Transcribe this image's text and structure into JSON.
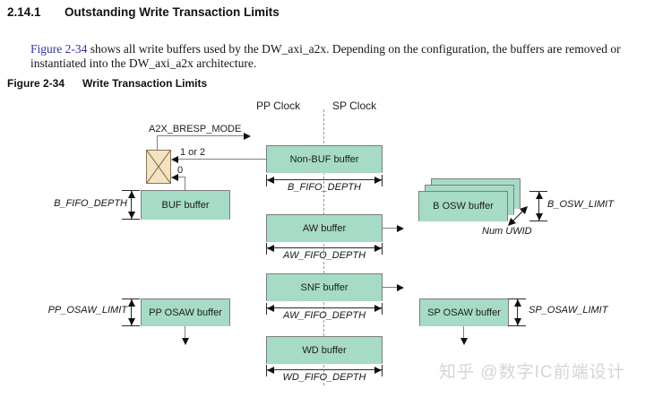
{
  "header": {
    "section_number": "2.14.1",
    "section_title": "Outstanding Write Transaction Limits"
  },
  "paragraph": {
    "link_text": "Figure 2-34",
    "text_after_link": " shows all write buffers used by the DW_axi_a2x. Depending on the configuration, the buffers are removed or instantiated into the DW_axi_a2x architecture.",
    "link_color": "#3434aa"
  },
  "figure": {
    "caption_label": "Figure 2-34",
    "caption_title": "Write Transaction Limits"
  },
  "diagram": {
    "clock_labels": {
      "pp": "PP Clock",
      "sp": "SP Clock"
    },
    "mux": {
      "select_signal": "A2X_BRESP_MODE",
      "input_top_label": "1 or 2",
      "input_bottom_label": "0"
    },
    "boxes": {
      "non_buf": {
        "label": "Non-BUF buffer"
      },
      "buf": {
        "label": "BUF buffer"
      },
      "b_osw": {
        "label": "B OSW buffer"
      },
      "aw": {
        "label": "AW buffer"
      },
      "snf": {
        "label": "SNF buffer"
      },
      "pp_osaw": {
        "label": "PP OSAW buffer"
      },
      "sp_osaw": {
        "label": "SP OSAW buffer"
      },
      "wd": {
        "label": "WD buffer"
      }
    },
    "dims": {
      "b_fifo_depth_h": "B_FIFO_DEPTH",
      "b_fifo_depth_v": "B_FIFO_DEPTH",
      "b_osw_limit": "B_OSW_LIMIT",
      "num_uwid": "Num UWID",
      "aw_fifo_depth_1": "AW_FIFO_DEPTH",
      "aw_fifo_depth_2": "AW_FIFO_DEPTH",
      "pp_osaw_limit": "PP_OSAW_LIMIT",
      "sp_osaw_limit": "SP_OSAW_LIMIT",
      "wd_fifo_depth": "WD_FIFO_DEPTH"
    },
    "colors": {
      "buffer_fill": "#a6dbc5",
      "mux_fill": "#f3e3c3",
      "dashed_clock_line": "#9a9a9a"
    }
  },
  "watermark": {
    "text": "知乎 @数字IC前端设计"
  }
}
